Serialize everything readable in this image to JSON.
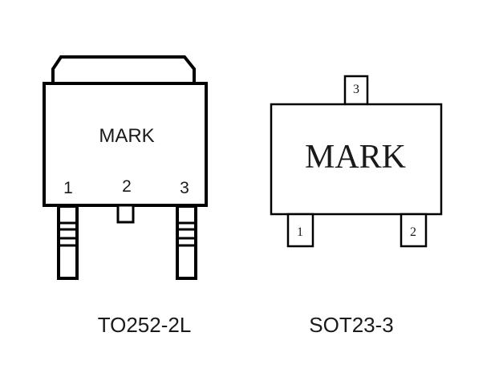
{
  "packages": [
    {
      "id": "to252",
      "mark": "MARK",
      "pins": [
        "1",
        "2",
        "3"
      ],
      "caption": "TO252-2L"
    },
    {
      "id": "sot23",
      "mark": "MARK",
      "pins": [
        "1",
        "2",
        "3"
      ],
      "caption": "SOT23-3"
    }
  ],
  "colors": {
    "stroke": "#000000",
    "fill": "#ffffff",
    "text": "#1a1a1a"
  }
}
